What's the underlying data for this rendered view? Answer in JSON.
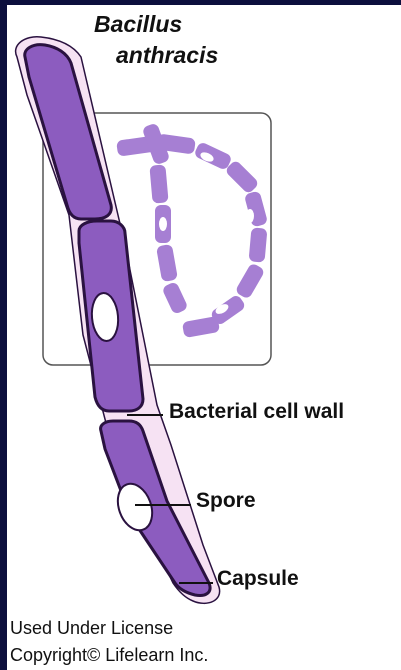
{
  "title": [
    "Bacillus",
    "anthracis"
  ],
  "labels": {
    "cell_wall": "Bacterial cell wall",
    "spore": "Spore",
    "capsule": "Capsule"
  },
  "credit": [
    "Used Under License",
    "Copyright© Lifelearn Inc."
  ],
  "colors": {
    "background": "#0c0f3d",
    "cell_fill": "#8c5cbf",
    "cell_outline": "#2a1240",
    "capsule_fill": "#f6e2f3",
    "chain_fill": "#a67fd3"
  }
}
